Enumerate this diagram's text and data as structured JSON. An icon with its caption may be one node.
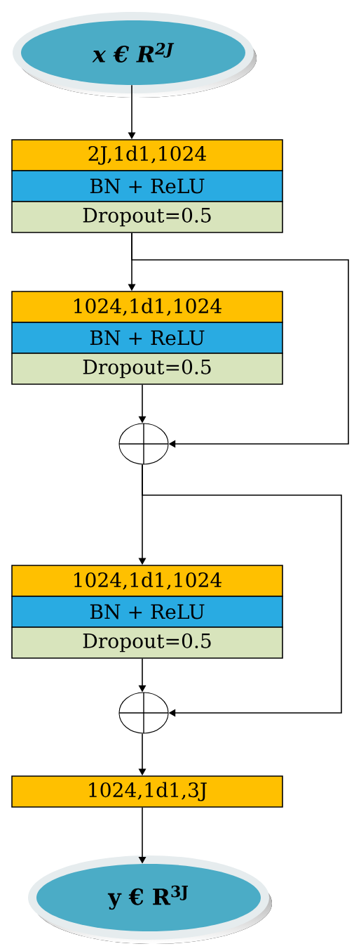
{
  "diagram": {
    "nodes": [
      {
        "text": [
          "x € R$^{2J}$"
        ]
      },
      {
        "text": [
          "2J,1d1,1024"
        ]
      },
      {
        "text": [
          "BN + ReLU"
        ]
      },
      {
        "text": [
          "Dropout=0.5"
        ]
      },
      {
        "text": [
          "1024,1d1,1024"
        ]
      },
      {
        "text": [
          "BN + ReLU"
        ]
      },
      {
        "text": [
          "Dropout=0.5"
        ]
      },
      {
        "text": [],
        "shape": "circle"
      },
      {
        "text": [
          "1024,1d1,1024"
        ]
      },
      {
        "text": [
          "BN + ReLU"
        ]
      },
      {
        "text": [
          "Dropout=0.5"
        ]
      },
      {
        "text": [],
        "shape": "circle"
      },
      {
        "text": [
          "1024,1d1,3J"
        ]
      },
      {
        "text": [
          "y € R$^{3J}$"
        ]
      }
    ],
    "edges": [
      {
        "from": 0,
        "to": 1,
        "arrow": "to"
      },
      {
        "from": 3,
        "to": 4,
        "arrow": "to"
      },
      {
        "from": 3,
        "to": 7,
        "arrow": "to"
      },
      {
        "from": 6,
        "to": 7,
        "arrow": "to"
      },
      {
        "from": 7,
        "to": 8,
        "arrow": "to"
      },
      {
        "from": 7,
        "to": 11,
        "arrow": "to"
      },
      {
        "from": 10,
        "to": 11,
        "arrow": "to"
      },
      {
        "from": 11,
        "to": 12,
        "arrow": "to"
      },
      {
        "from": 12,
        "to": 13,
        "arrow": "to"
      }
    ]
  }
}
